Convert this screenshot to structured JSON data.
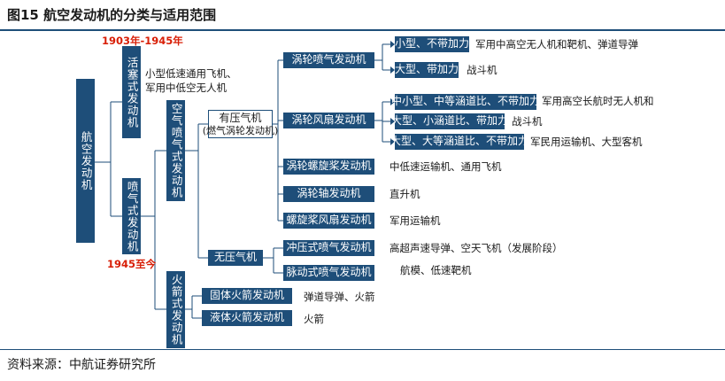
{
  "title": "图15 航空发动机的分类与适用范围",
  "source": "资料来源：中航证券研究所",
  "nodes": {
    "root": "航空发动机",
    "piston": "活塞式发动机",
    "piston_years": "1903年-1945年",
    "piston_desc": "小型低速通用飞机、\n军用中低空无人机",
    "jet": "喷气式发动机",
    "jet_years": "1945至今",
    "airbreathing": "空气喷气式发动机",
    "rocket": "火箭式发动机",
    "compressor": "有压气机",
    "compressor_note": "(燃气涡轮发动机)",
    "no_compressor": "无压气机",
    "turbojet": "涡轮喷气发动机",
    "turbofan": "涡轮风扇发动机",
    "turboprop": "涡轮螺旋桨发动机",
    "turboshaft": "涡轮轴发动机",
    "propfan": "螺旋桨风扇发动机",
    "ramjet": "冲压式喷气发动机",
    "pulsejet": "脉动式喷气发动机",
    "solid_rocket": "固体火箭发动机",
    "liquid_rocket": "液体火箭发动机"
  },
  "sub_types": {
    "tj_small": "小型、不带加力",
    "tj_large": "大型、带加力",
    "tf_small": "中小型、中等涵道比、不带加力",
    "tf_large_small_bpr": "大型、小涵道比、带加力",
    "tf_large_big_bpr": "大型、大等涵道比、不带加力"
  },
  "applications": {
    "tj_small": "军用中高空无人机和靶机、弹道导弹",
    "tj_large": "战斗机",
    "tf_small": "军用高空长航时无人机和",
    "tf_large_small_bpr": "战斗机",
    "tf_large_big_bpr": "军民用运输机、大型客机",
    "turboprop": "中低速运输机、通用飞机",
    "turboshaft": "直升机",
    "propfan": "军用运输机",
    "ramjet": "高超声速导弹、空天飞机（发展阶段）",
    "pulsejet": "航模、低速靶机",
    "solid_rocket": "弹道导弹、火箭",
    "liquid_rocket": "火箭"
  }
}
